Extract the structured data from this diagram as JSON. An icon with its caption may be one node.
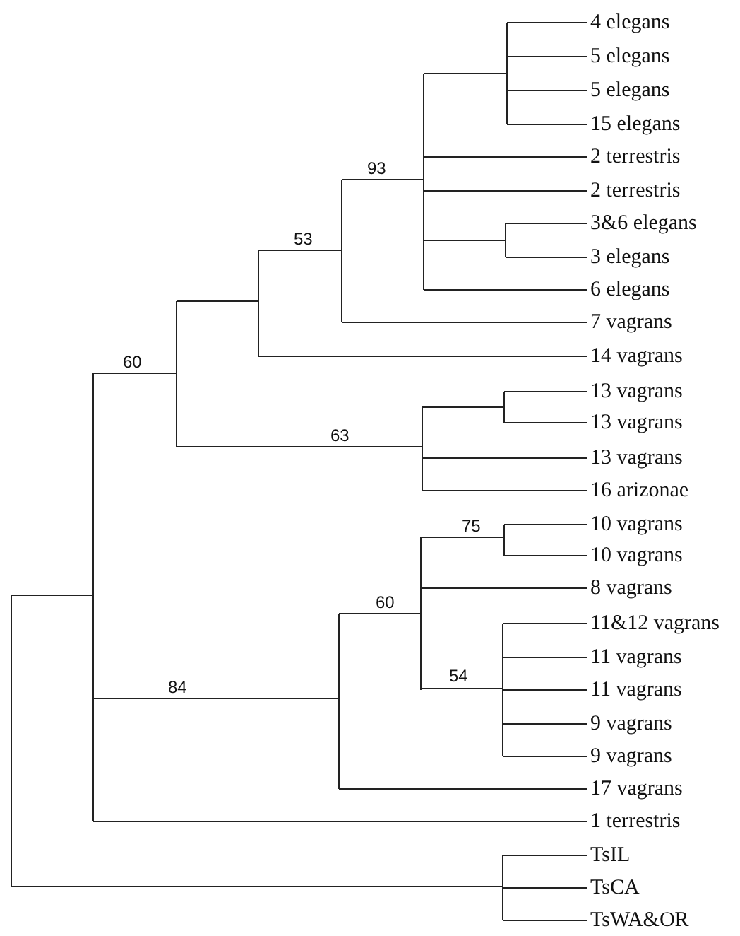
{
  "diagram": {
    "nodes": [
      {
        "text": [
          "4 elegans"
        ]
      },
      {
        "text": [
          "5 elegans"
        ]
      },
      {
        "text": [
          "5 elegans"
        ]
      },
      {
        "text": [
          "15 elegans"
        ]
      },
      {
        "text": [
          "2 terrestris"
        ]
      },
      {
        "text": [
          "2 terrestris"
        ]
      },
      {
        "text": [
          "3&6 elegans"
        ]
      },
      {
        "text": [
          "3 elegans"
        ]
      },
      {
        "text": [
          "6 elegans"
        ]
      },
      {
        "text": [
          "7 vagrans"
        ]
      },
      {
        "text": [
          "14 vagrans"
        ]
      },
      {
        "text": [
          "13 vagrans"
        ]
      },
      {
        "text": [
          "13 vagrans"
        ]
      },
      {
        "text": [
          "13 vagrans"
        ]
      },
      {
        "text": [
          "16 arizonae"
        ]
      },
      {
        "text": [
          "10 vagrans"
        ]
      },
      {
        "text": [
          "10 vagrans"
        ]
      },
      {
        "text": [
          "8 vagrans"
        ]
      },
      {
        "text": [
          "11&12 vagrans"
        ]
      },
      {
        "text": [
          "11 vagrans"
        ]
      },
      {
        "text": [
          "11 vagrans"
        ]
      },
      {
        "text": [
          "9 vagrans"
        ]
      },
      {
        "text": [
          "9 vagrans"
        ]
      },
      {
        "text": [
          "17 vagrans"
        ]
      },
      {
        "text": [
          "1 terrestris"
        ]
      },
      {
        "text": [
          "TsIL"
        ]
      },
      {
        "text": [
          "TsCA"
        ]
      },
      {
        "text": [
          "TsWA&OR"
        ]
      }
    ],
    "edges": [
      {
        "from": null,
        "to": 0,
        "arrow": "none"
      },
      {
        "from": null,
        "to": 1,
        "arrow": "none"
      },
      {
        "from": null,
        "to": 2,
        "arrow": "none"
      },
      {
        "from": null,
        "to": 3,
        "arrow": "none"
      },
      {
        "from": null,
        "to": 4,
        "arrow": "none"
      },
      {
        "from": null,
        "to": 5,
        "arrow": "none"
      },
      {
        "from": null,
        "to": 6,
        "arrow": "none"
      },
      {
        "from": null,
        "to": 7,
        "arrow": "none"
      },
      {
        "from": null,
        "to": 8,
        "arrow": "none"
      },
      {
        "from": null,
        "to": 9,
        "arrow": "none"
      },
      {
        "from": null,
        "to": 10,
        "arrow": "none"
      },
      {
        "from": null,
        "to": 11,
        "arrow": "none"
      },
      {
        "from": null,
        "to": 12,
        "arrow": "none"
      },
      {
        "from": null,
        "to": 13,
        "arrow": "none"
      },
      {
        "from": null,
        "to": 14,
        "arrow": "none"
      },
      {
        "from": null,
        "to": 15,
        "arrow": "none"
      },
      {
        "from": null,
        "to": 16,
        "arrow": "none"
      },
      {
        "from": null,
        "to": 17,
        "arrow": "none"
      },
      {
        "from": null,
        "to": 18,
        "arrow": "none"
      },
      {
        "from": null,
        "to": 19,
        "arrow": "none"
      },
      {
        "from": null,
        "to": 20,
        "arrow": "none"
      },
      {
        "from": null,
        "to": 21,
        "arrow": "none"
      },
      {
        "from": null,
        "to": 22,
        "arrow": "none"
      },
      {
        "from": null,
        "to": 23,
        "arrow": "none"
      },
      {
        "from": null,
        "to": 24,
        "arrow": "none"
      },
      {
        "from": null,
        "to": 25,
        "arrow": "none"
      },
      {
        "from": null,
        "to": 26,
        "arrow": "none"
      },
      {
        "from": null,
        "to": 27,
        "arrow": "none"
      }
    ],
    "labels": [
      "93",
      "53",
      "60",
      "63",
      "75",
      "60",
      "54",
      "84"
    ]
  }
}
